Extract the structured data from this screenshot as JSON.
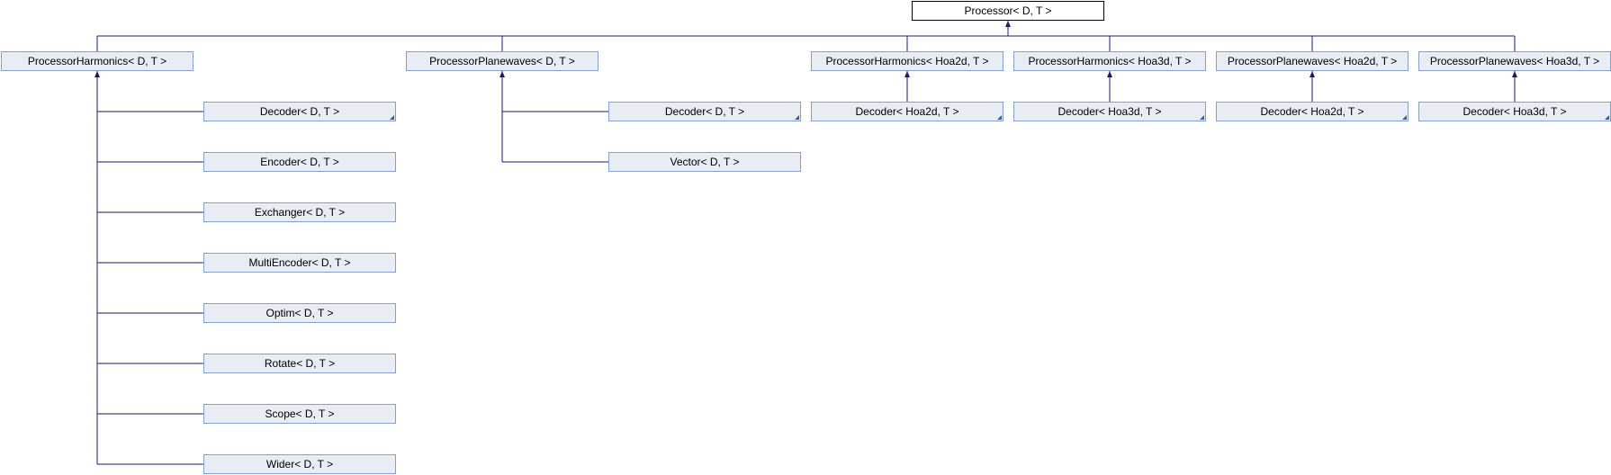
{
  "colors": {
    "edge": "#191970",
    "node_fill": "#e7ecf5",
    "node_border": "#84a0c8",
    "root_fill": "#ffffff",
    "root_border": "#000000"
  },
  "nodes": [
    {
      "id": "root",
      "label": "Processor< D, T >",
      "link": false
    },
    {
      "id": "ph",
      "label": "ProcessorHarmonics< D, T >",
      "link": true
    },
    {
      "id": "pp",
      "label": "ProcessorPlanewaves< D, T >",
      "link": true
    },
    {
      "id": "ph2",
      "label": "ProcessorHarmonics< Hoa2d, T >",
      "link": true
    },
    {
      "id": "ph3",
      "label": "ProcessorHarmonics< Hoa3d, T >",
      "link": true
    },
    {
      "id": "pp2",
      "label": "ProcessorPlanewaves< Hoa2d, T >",
      "link": true
    },
    {
      "id": "pp3",
      "label": "ProcessorPlanewaves< Hoa3d, T >",
      "link": true
    },
    {
      "id": "ph_decoder",
      "label": "Decoder< D, T >",
      "link": true,
      "more": true
    },
    {
      "id": "ph_encoder",
      "label": "Encoder< D, T >",
      "link": true
    },
    {
      "id": "ph_exchanger",
      "label": "Exchanger< D, T >",
      "link": true
    },
    {
      "id": "ph_multiencoder",
      "label": "MultiEncoder< D, T >",
      "link": true
    },
    {
      "id": "ph_optim",
      "label": "Optim< D, T >",
      "link": true
    },
    {
      "id": "ph_rotate",
      "label": "Rotate< D, T >",
      "link": true
    },
    {
      "id": "ph_scope",
      "label": "Scope< D, T >",
      "link": true
    },
    {
      "id": "ph_wider",
      "label": "Wider< D, T >",
      "link": true
    },
    {
      "id": "pp_decoder",
      "label": "Decoder< D, T >",
      "link": true,
      "more": true
    },
    {
      "id": "pp_vector",
      "label": "Vector< D, T >",
      "link": true
    },
    {
      "id": "ph2_decoder",
      "label": "Decoder< Hoa2d, T >",
      "link": true,
      "more": true
    },
    {
      "id": "ph3_decoder",
      "label": "Decoder< Hoa3d, T >",
      "link": true,
      "more": true
    },
    {
      "id": "pp2_decoder",
      "label": "Decoder< Hoa2d, T >",
      "link": true,
      "more": true
    },
    {
      "id": "pp3_decoder",
      "label": "Decoder< Hoa3d, T >",
      "link": true,
      "more": true
    }
  ],
  "edges": [
    [
      "root",
      "ph"
    ],
    [
      "root",
      "pp"
    ],
    [
      "root",
      "ph2"
    ],
    [
      "root",
      "ph3"
    ],
    [
      "root",
      "pp2"
    ],
    [
      "root",
      "pp3"
    ],
    [
      "ph",
      "ph_decoder"
    ],
    [
      "ph",
      "ph_encoder"
    ],
    [
      "ph",
      "ph_exchanger"
    ],
    [
      "ph",
      "ph_multiencoder"
    ],
    [
      "ph",
      "ph_optim"
    ],
    [
      "ph",
      "ph_rotate"
    ],
    [
      "ph",
      "ph_scope"
    ],
    [
      "ph",
      "ph_wider"
    ],
    [
      "pp",
      "pp_decoder"
    ],
    [
      "pp",
      "pp_vector"
    ],
    [
      "ph2",
      "ph2_decoder"
    ],
    [
      "ph3",
      "ph3_decoder"
    ],
    [
      "pp2",
      "pp2_decoder"
    ],
    [
      "pp3",
      "pp3_decoder"
    ]
  ]
}
